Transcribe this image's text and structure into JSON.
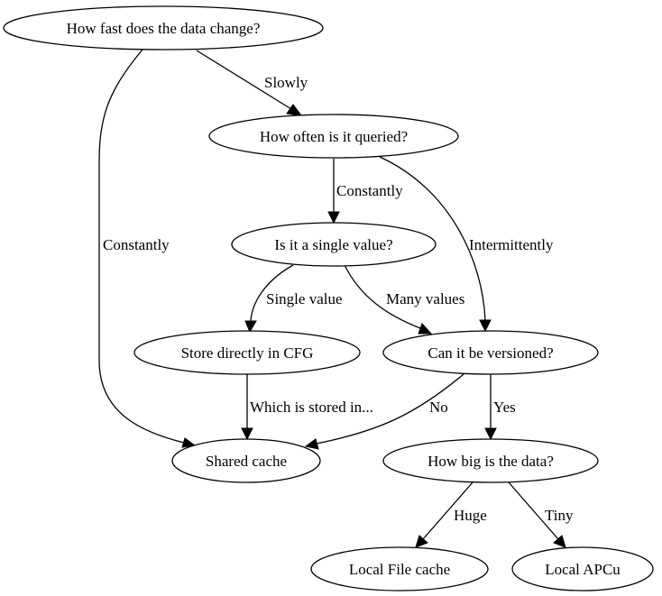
{
  "nodes": {
    "data_change": "How fast does the data change?",
    "queried": "How often is it queried?",
    "single_value": "Is it a single value?",
    "store_cfg": "Store directly in CFG",
    "versioned": "Can it be versioned?",
    "shared_cache": "Shared cache",
    "how_big": "How big is the data?",
    "local_file": "Local File cache",
    "local_apcu": "Local APCu"
  },
  "edges": {
    "slowly": "Slowly",
    "constantly_left": "Constantly",
    "constantly_mid": "Constantly",
    "intermittently": "Intermittently",
    "single_value": "Single value",
    "many_values": "Many values",
    "which_stored": "Which is stored in...",
    "no": "No",
    "yes": "Yes",
    "huge": "Huge",
    "tiny": "Tiny"
  }
}
